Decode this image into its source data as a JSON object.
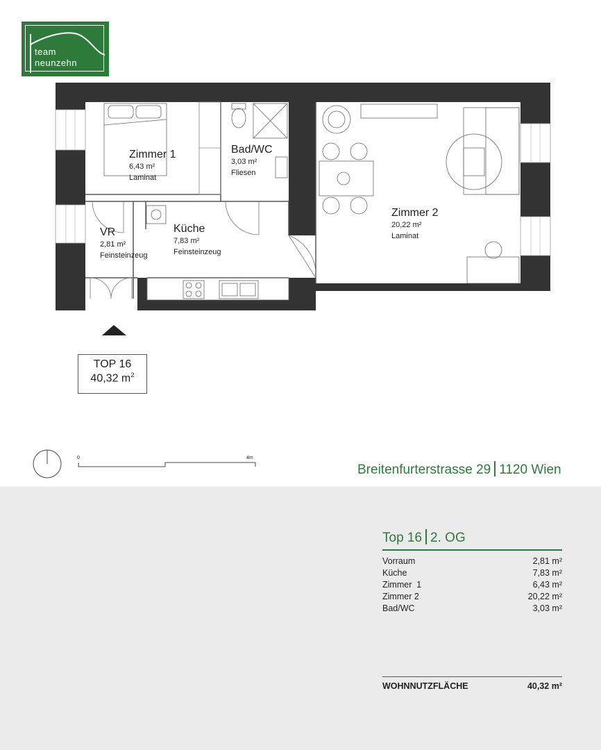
{
  "logo": {
    "line1": "team",
    "line2": "neunzehn"
  },
  "rooms": {
    "zimmer1": {
      "name": "Zimmer 1",
      "area": "6,43 m²",
      "material": "Laminat"
    },
    "bad": {
      "name": "Bad/WC",
      "area": "3,03 m²",
      "material": "Fliesen"
    },
    "zimmer2": {
      "name": "Zimmer 2",
      "area": "20,22 m²",
      "material": "Laminat"
    },
    "vr": {
      "name": "VR",
      "area": "2,81 m²",
      "material": "Feinsteinzeug"
    },
    "kueche": {
      "name": "Küche",
      "area": "7,83 m²",
      "material": "Feinsteinzeug"
    }
  },
  "top_box": {
    "line1": "TOP 16",
    "line2_value": "40,32 m",
    "line2_sup": "2"
  },
  "scale": {
    "start": "0",
    "end": "4m"
  },
  "address": {
    "street": "Breitenfurterstrasse 29",
    "city": "1120 Wien"
  },
  "summary": {
    "title_left": "Top 16",
    "title_right": "2. OG",
    "rows": [
      {
        "label": "Vorraum",
        "value": "2,81 m²"
      },
      {
        "label": "Küche",
        "value": "7,83 m²"
      },
      {
        "label": "Zimmer  1",
        "value": "6,43 m²"
      },
      {
        "label": "Zimmer 2",
        "value": "20,22 m²"
      },
      {
        "label": "Bad/WC",
        "value": "3,03 m²"
      }
    ],
    "total_label": "WOHNNUTZFLÄCHE",
    "total_value": "40,32 m²"
  },
  "colors": {
    "brand_green": "#2e7a3a",
    "wall": "#333333",
    "panel": "#ebebeb"
  }
}
